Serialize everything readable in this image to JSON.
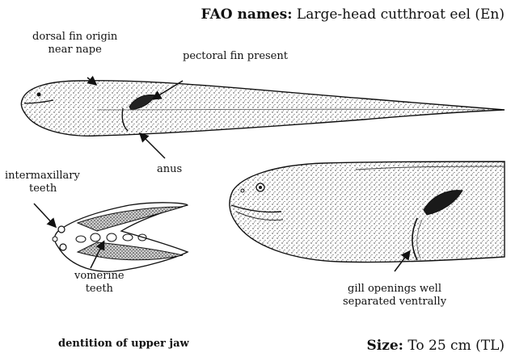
{
  "fao": {
    "label": "FAO names:",
    "value": "Large-head cutthroat eel (En)"
  },
  "labels": {
    "dorsal_line1": "dorsal fin origin",
    "dorsal_line2": "near nape",
    "pectoral": "pectoral fin present",
    "anus": "anus",
    "intermax_line1": "intermaxillary",
    "intermax_line2": "teeth",
    "vomerine_line1": "vomerine",
    "vomerine_line2": "teeth",
    "gill_line1": "gill openings well",
    "gill_line2": "separated ventrally"
  },
  "caption": "dentition of upper jaw",
  "size": {
    "label": "Size:",
    "value": "To  25 cm (TL)"
  }
}
